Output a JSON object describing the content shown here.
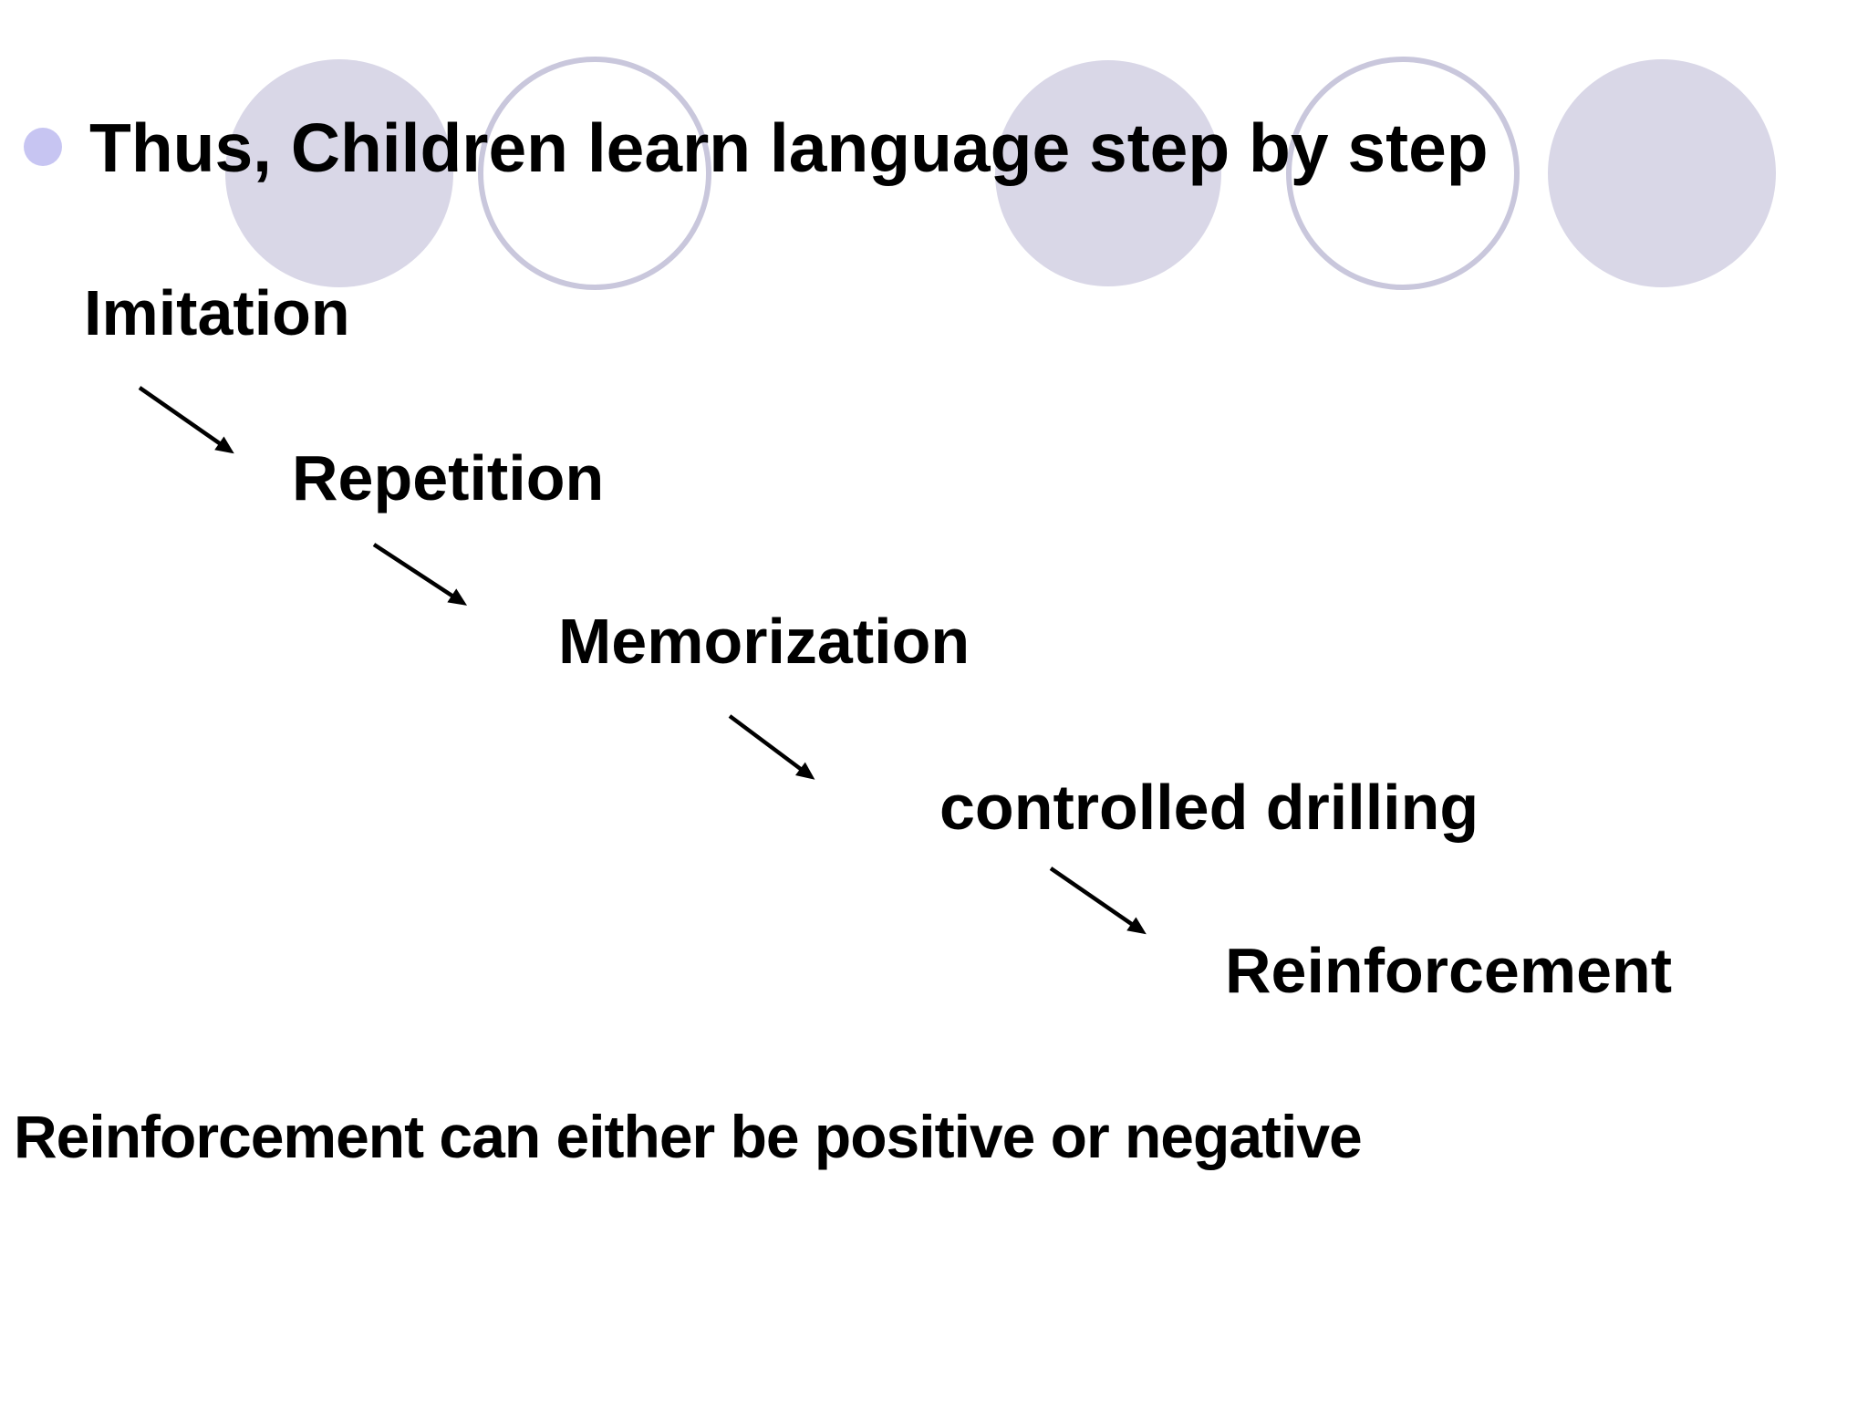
{
  "slide": {
    "title": "Thus, Children learn language step by step",
    "footer": "Reinforcement can either be positive or negative"
  },
  "cascade": {
    "steps": [
      {
        "label": "Imitation"
      },
      {
        "label": "Repetition"
      },
      {
        "label": "Memorization"
      },
      {
        "label": "controlled drilling"
      },
      {
        "label": "Reinforcement"
      }
    ]
  },
  "colors": {
    "background": "#ffffff",
    "text": "#000000",
    "bullet": "#c7c5f2",
    "circle_fill": "#d9d7e7",
    "circle_outline": "#c9c7dc",
    "arrow": "#000000"
  }
}
